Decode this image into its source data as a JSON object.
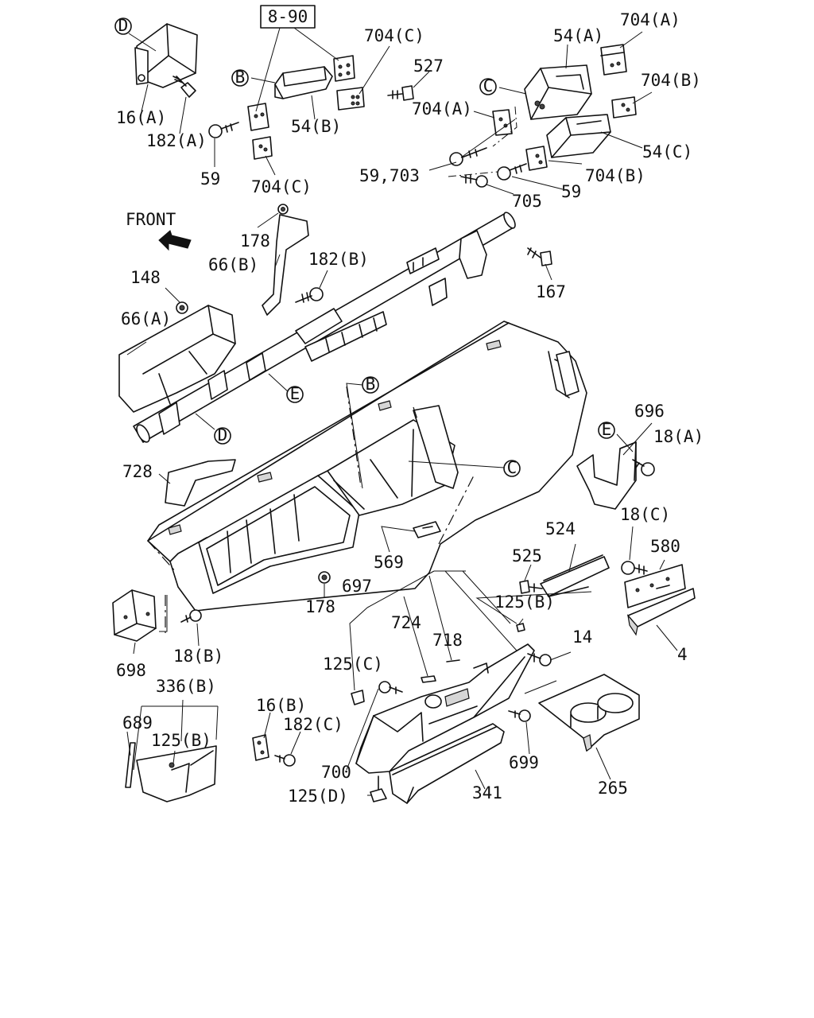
{
  "diagram": {
    "front_label": "FRONT",
    "callouts": {
      "c8_90": "8-90",
      "c704C_top": "704(C)",
      "c527": "527",
      "c54A": "54(A)",
      "c704A_top": "704(A)",
      "c704B_top": "704(B)",
      "c54B": "54(B)",
      "c704A_mid": "704(A)",
      "c16A": "16(A)",
      "c182A": "182(A)",
      "c59_left": "59",
      "c704C_bottom": "704(C)",
      "c54C": "54(C)",
      "c59_703": "59,703",
      "c704B_mid": "704(B)",
      "c59_right": "59",
      "c705": "705",
      "c178_top": "178",
      "c66B": "66(B)",
      "c182B": "182(B)",
      "c148": "148",
      "c167": "167",
      "c66A": "66(A)",
      "c728": "728",
      "c696": "696",
      "c18A": "18(A)",
      "c524": "524",
      "c18C": "18(C)",
      "c580": "580",
      "c525": "525",
      "c569": "569",
      "c697": "697",
      "c178_bottom": "178",
      "c125B_mid": "125(B)",
      "c724": "724",
      "c718": "718",
      "c14": "14",
      "c698": "698",
      "c18B": "18(B)",
      "c125C": "125(C)",
      "c4": "4",
      "c336B": "336(B)",
      "c16B": "16(B)",
      "c182C": "182(C)",
      "c689": "689",
      "c125B_low": "125(B)",
      "c700": "700",
      "c699": "699",
      "c265": "265",
      "c341": "341",
      "c125D": "125(D)"
    },
    "reference_markers": {
      "marker_D_top": "D",
      "marker_B_top": "B",
      "marker_C_top": "C",
      "marker_E_mid": "E",
      "marker_D_mid": "D",
      "marker_B_mid": "B",
      "marker_C_mid": "C",
      "marker_E_right": "E"
    }
  }
}
